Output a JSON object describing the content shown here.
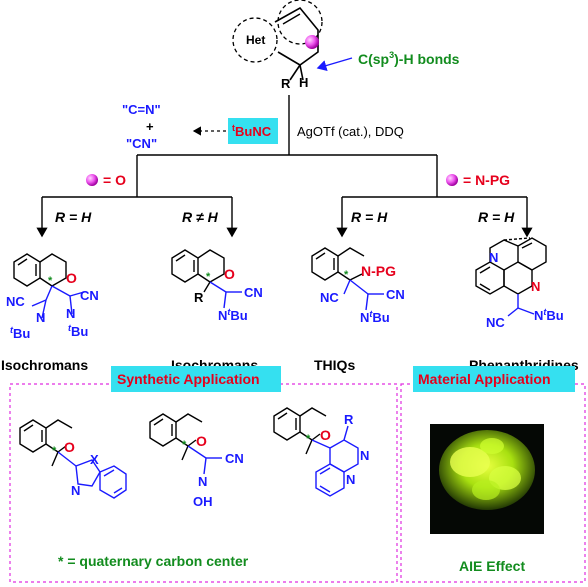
{
  "top": {
    "het_label": "Het",
    "r_label": "R",
    "h_label": "H",
    "bond_label_pre": "C(sp",
    "bond_label_sup": "3",
    "bond_label_post": ")-H bonds"
  },
  "reagent": {
    "tbunc_sup": "t",
    "tbunc_main": "BuNC",
    "cn_triple": "\"C=N\"",
    "plus": "+",
    "cn": "\"CN\"",
    "conditions": "AgOTf (cat.), DDQ"
  },
  "branches": {
    "left": "= O",
    "right": "= N-PG",
    "r1": "R = H",
    "r2": "R ≠ H",
    "r3": "R = H",
    "r4": "R = H"
  },
  "products": {
    "p1": "Isochromans",
    "p2": "Isochromans",
    "p3": "THIQs",
    "p4": "Phenanthridines"
  },
  "applications": {
    "synthetic_title": "Synthetic Application",
    "material_title": "Material Application",
    "quaternary_note": "* = quaternary carbon center",
    "aie": "AIE Effect"
  },
  "atoms": {
    "O": "O",
    "N": "N",
    "NC": "NC",
    "CN": "CN",
    "Bu": "Bu",
    "t": "t",
    "N_PG": "N-PG",
    "R": "R",
    "X": "X",
    "OH": "OH",
    "star": "*"
  },
  "colors": {
    "green": "#128c1e",
    "blue": "#1a1aff",
    "red": "#e6001c",
    "magenta": "#e02ee0",
    "cyan": "#35e0f0"
  }
}
